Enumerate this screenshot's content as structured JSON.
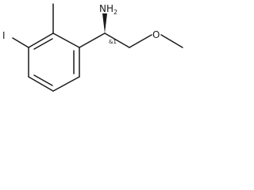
{
  "molecule": {
    "atoms": {
      "amine": "NH",
      "amine_subscript": "2",
      "iodine": "I",
      "oxygen": "O"
    },
    "stereo_label": "&1"
  },
  "colors": {
    "ink": "#1a1a1a",
    "background": "#ffffff"
  }
}
